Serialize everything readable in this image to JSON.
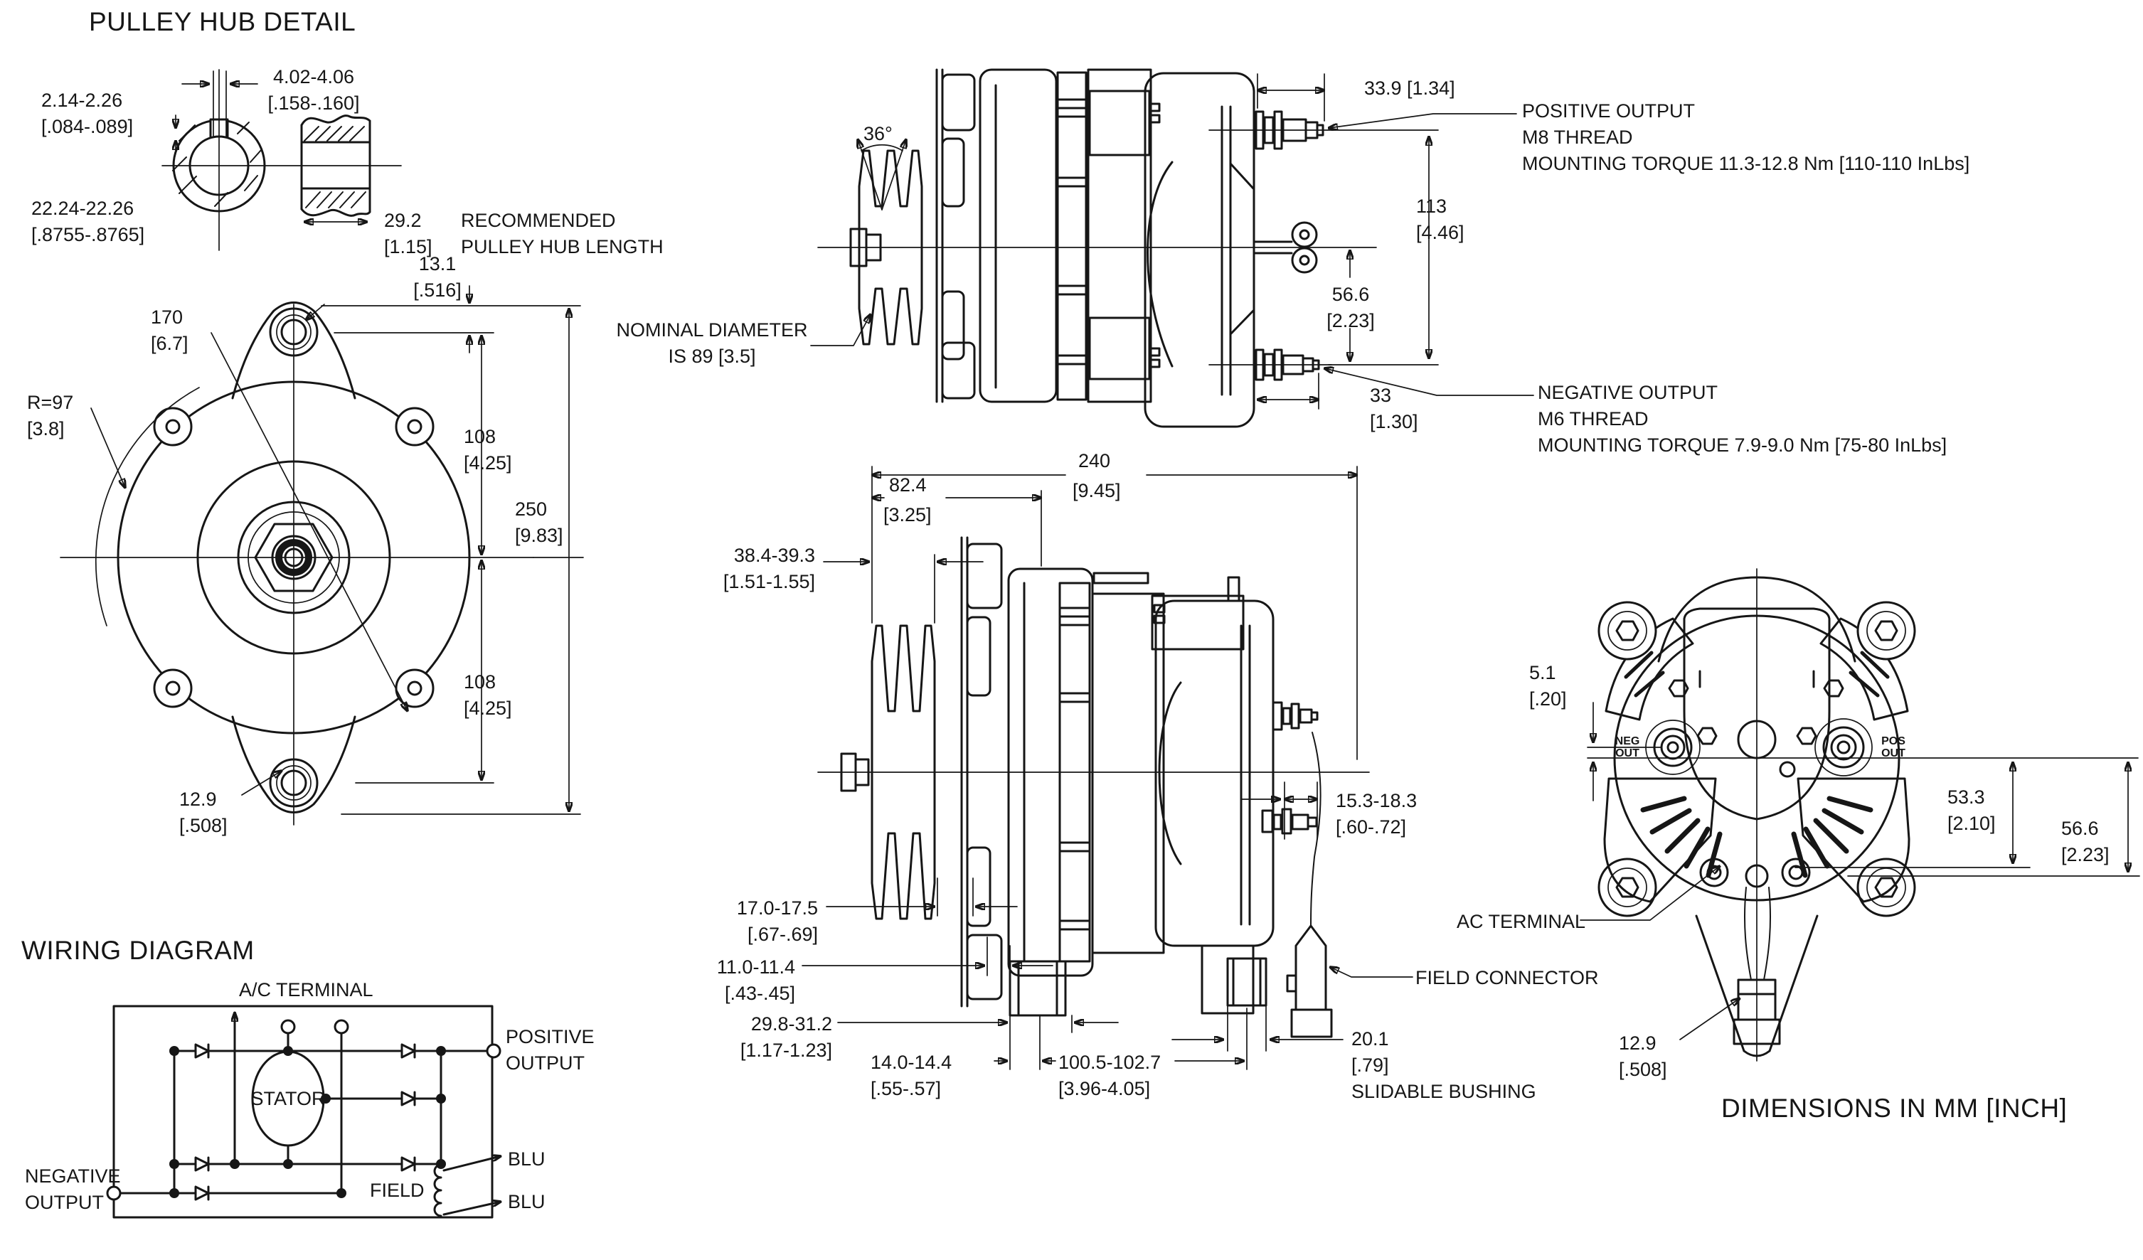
{
  "pulley_hub_detail": {
    "title": "PULLEY HUB DETAIL",
    "key_width": {
      "mm": "4.02-4.06",
      "in": "[.158-.160]"
    },
    "key_depth": {
      "mm": "2.14-2.26",
      "in": "[.084-.089]"
    },
    "bore": {
      "mm": "22.24-22.26",
      "in": "[.8755-.8765]"
    },
    "hub_length": {
      "mm": "29.2",
      "in": "[1.15]"
    },
    "note": {
      "line1": "RECOMMENDED",
      "line2": "PULLEY HUB LENGTH"
    }
  },
  "front_view": {
    "hole_offset": {
      "mm": "13.1",
      "in": "[.516]"
    },
    "bolt_circle": {
      "mm": "170",
      "in": "[6.7]"
    },
    "radius": {
      "mm": "R=97",
      "in": "[3.8]"
    },
    "upper_hole": {
      "mm": "108",
      "in": "[4.25]"
    },
    "overall": {
      "mm": "250",
      "in": "[9.83]"
    },
    "lower_hole": {
      "mm": "108",
      "in": "[4.25]"
    },
    "hole_dia": {
      "mm": "12.9",
      "in": "[.508]"
    }
  },
  "wiring_diagram": {
    "title": "WIRING DIAGRAM",
    "ac_terminal": "A/C TERMINAL",
    "positive_output": {
      "line1": "POSITIVE",
      "line2": "OUTPUT"
    },
    "negative_output": {
      "line1": "NEGATIVE",
      "line2": "OUTPUT"
    },
    "stator": "STATOR",
    "field": "FIELD",
    "blu_upper": "BLU",
    "blu_lower": "BLU"
  },
  "side_view": {
    "belt_angle": "36°",
    "nominal_diameter": {
      "line1": "NOMINAL DIAMETER",
      "line2": "IS 89 [3.5]"
    },
    "pos_stud_length": "33.9 [1.34]",
    "positive_note": {
      "line1": "POSITIVE OUTPUT",
      "line2": "M8 THREAD",
      "line3": "MOUNTING TORQUE 11.3-12.8 Nm [110-110 InLbs]"
    },
    "stud_span": {
      "mm": "113",
      "in": "[4.46]"
    },
    "neg_to_center": {
      "mm": "56.6",
      "in": "[2.23]"
    },
    "neg_stud_length": {
      "mm": "33",
      "in": "[1.30]"
    },
    "negative_note": {
      "line1": "NEGATIVE OUTPUT",
      "line2": "M6 THREAD",
      "line3": "MOUNTING TORQUE 7.9-9.0 Nm [75-80 InLbs]"
    }
  },
  "profile_view": {
    "overall_length": {
      "mm": "240",
      "in": "[9.45]"
    },
    "front_length": {
      "mm": "82.4",
      "in": "[3.25]"
    },
    "pulley_width": {
      "mm": "38.4-39.3",
      "in": "[1.51-1.55]"
    },
    "fan_width": {
      "mm": "17.0-17.5",
      "in": "[.67-.69]"
    },
    "gap": {
      "mm": "11.0-11.4",
      "in": "[.43-.45]"
    },
    "foot_width": {
      "mm": "29.8-31.2",
      "in": "[1.17-1.23]"
    },
    "foot_offset": {
      "mm": "14.0-14.4",
      "in": "[.55-.57]"
    },
    "mount_span": {
      "mm": "100.5-102.7",
      "in": "[3.96-4.05]"
    },
    "stud_length": {
      "mm": "15.3-18.3",
      "in": "[.60-.72]"
    },
    "bushing": {
      "mm": "20.1",
      "in": "[.79]",
      "label": "SLIDABLE BUSHING"
    },
    "field_connector": "FIELD CONNECTOR",
    "ac_terminal": "AC TERMINAL"
  },
  "rear_view": {
    "terminal_offset": {
      "mm": "5.1",
      "in": "[.20]"
    },
    "neg_out": {
      "line1": "NEG",
      "line2": "OUT"
    },
    "pos_out": {
      "line1": "POS",
      "line2": "OUT"
    },
    "center_to_mount": {
      "mm": "53.3",
      "in": "[2.10]"
    },
    "center_to_ac": {
      "mm": "56.6",
      "in": "[2.23]"
    },
    "hole_dia": {
      "mm": "12.9",
      "in": "[.508]"
    }
  },
  "footer": {
    "units_note": "DIMENSIONS IN MM [INCH]"
  }
}
